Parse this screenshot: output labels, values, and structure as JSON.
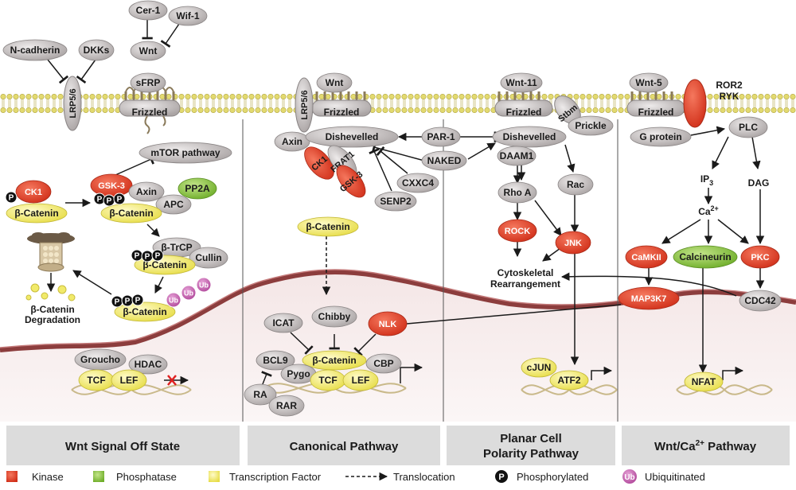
{
  "colors": {
    "kinase": "#e8472a",
    "phosphatase": "#8cc63e",
    "transcription_factor": "#f5ee6a",
    "protein": "#c9c4c4",
    "ubiquitin": "#c259ae",
    "membrane": "#e4dc72"
  },
  "sections": [
    {
      "title": "Wnt Signal Off State"
    },
    {
      "title": "Canonical Pathway"
    },
    {
      "title_line1": "Planar Cell",
      "title_line2": "Polarity Pathway"
    },
    {
      "title": "Wnt/Ca",
      "sup": "2+",
      "rest": " Pathway"
    }
  ],
  "legend": [
    {
      "label": "Kinase",
      "icon": "red-square"
    },
    {
      "label": "Phosphatase",
      "icon": "green-square"
    },
    {
      "label": "Transcription Factor",
      "icon": "yellow-square"
    },
    {
      "label": "Translocation",
      "icon": "dashed-arrow"
    },
    {
      "label": "Phosphorylated",
      "icon": "p-circle",
      "glyph": "P"
    },
    {
      "label": "Ubiquitinated",
      "icon": "ub-circle",
      "glyph": "Ub"
    }
  ],
  "off_state": {
    "n_cadherin": "N-cadherin",
    "dkks": "DKKs",
    "cer1": "Cer-1",
    "wif1": "Wif-1",
    "wnt": "Wnt",
    "lrp": "LRP5/6",
    "sfrp": "sFRP",
    "frizzled": "Frizzled",
    "mtor": "mTOR pathway",
    "ck1": "CK1",
    "gsk3": "GSK-3",
    "axin": "Axin",
    "pp2a": "PP2A",
    "apc": "APC",
    "catenin": "β-Catenin",
    "btrcp": "β-TrCP",
    "cullin": "Cullin",
    "degradation_l1": "β-Catenin",
    "degradation_l2": "Degradation",
    "groucho": "Groucho",
    "hdac": "HDAC",
    "tcf": "TCF",
    "lef": "LEF",
    "p": "P",
    "ub": "Ub"
  },
  "canonical": {
    "wnt": "Wnt",
    "lrp": "LRP5/6",
    "frizzled": "Frizzled",
    "axin": "Axin",
    "dishevelled": "Dishevelled",
    "ck1": "CK1",
    "frat1": "FRAT1",
    "gsk3": "GSK-3",
    "par1": "PAR-1",
    "naked": "NAKED",
    "cxxc4": "CXXC4",
    "senp2": "SENP2",
    "catenin": "β-Catenin",
    "icat": "ICAT",
    "chibby": "Chibby",
    "nlk": "NLK",
    "bcl9": "BCL9",
    "pygo": "Pygo",
    "cbp": "CBP",
    "tcf": "TCF",
    "lef": "LEF",
    "ra": "RA",
    "rar": "RAR"
  },
  "pcp": {
    "wnt11": "Wnt-11",
    "frizzled": "Frizzled",
    "stbm": "Stbm",
    "prickle": "Prickle",
    "dishevelled": "Dishevelled",
    "daam1": "DAAM1",
    "rhoa": "Rho A",
    "rac": "Rac",
    "rock": "ROCK",
    "jnk": "JNK",
    "cyto_l1": "Cytoskeletal",
    "cyto_l2": "Rearrangement",
    "cjun": "cJUN",
    "atf2": "ATF2"
  },
  "ca": {
    "wnt5": "Wnt-5",
    "ror2": "ROR2",
    "ryk": "RYK",
    "frizzled": "Frizzled",
    "gprotein": "G protein",
    "plc": "PLC",
    "ip3": "IP",
    "ip3_sub": "3",
    "dag": "DAG",
    "ca": "Ca",
    "ca_sup": "2+",
    "camk": "CaMKII",
    "calcineurin": "Calcineurin",
    "pkc": "PKC",
    "map3k7": "MAP3K7",
    "cdc42": "CDC42",
    "nfat": "NFAT"
  }
}
